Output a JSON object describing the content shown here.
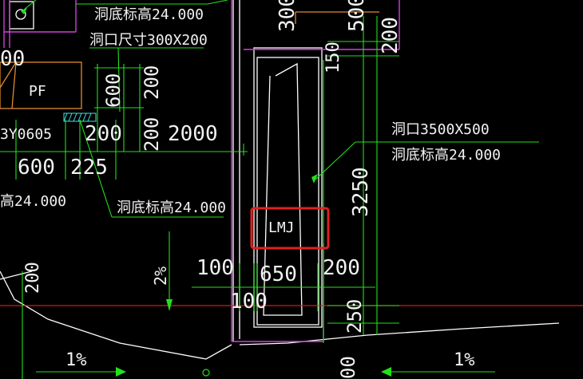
{
  "drawing": {
    "colors": {
      "background": "#000000",
      "dimension": "#22e01c",
      "wall": "#ffffff",
      "magenta": "#d040d8",
      "red_line": "#d21a1a",
      "orange": "#e08a30",
      "highlight_box": "#e02020",
      "cyan_hatch": "#40e0e0"
    },
    "annotations": {
      "top_sill_elev": "洞底标高24.000",
      "hole_size_300x200": "洞口尺寸300X200",
      "hole_size_3500x500": "洞口3500X500",
      "right_sill_elev": "洞底标高24.000",
      "mid_sill_elev": "洞底标高24.000",
      "left_elev_partial": "高24.000"
    },
    "labels": {
      "pf": "PF",
      "window_tag": "3Y0605",
      "lmj": "LMJ"
    },
    "dimensions": {
      "d300": "300",
      "d500": "500",
      "d200_top": "200",
      "d150": "150",
      "d00_left": "00",
      "d600_vert": "600",
      "d200_vert_a": "200",
      "d200_vert_b": "200",
      "d200_horiz": "200",
      "d2000": "2000",
      "d600_horiz": "600",
      "d225": "225",
      "d3250": "3250",
      "d100_a": "100",
      "d650": "650",
      "d200_right": "200",
      "d100_b": "100",
      "d250": "250",
      "d200_left_vert": "200",
      "d00_bottom": "00"
    },
    "slopes": {
      "slope_2pct": "2%",
      "slope_1pct_left": "1%",
      "slope_1pct_right": "1%"
    }
  }
}
